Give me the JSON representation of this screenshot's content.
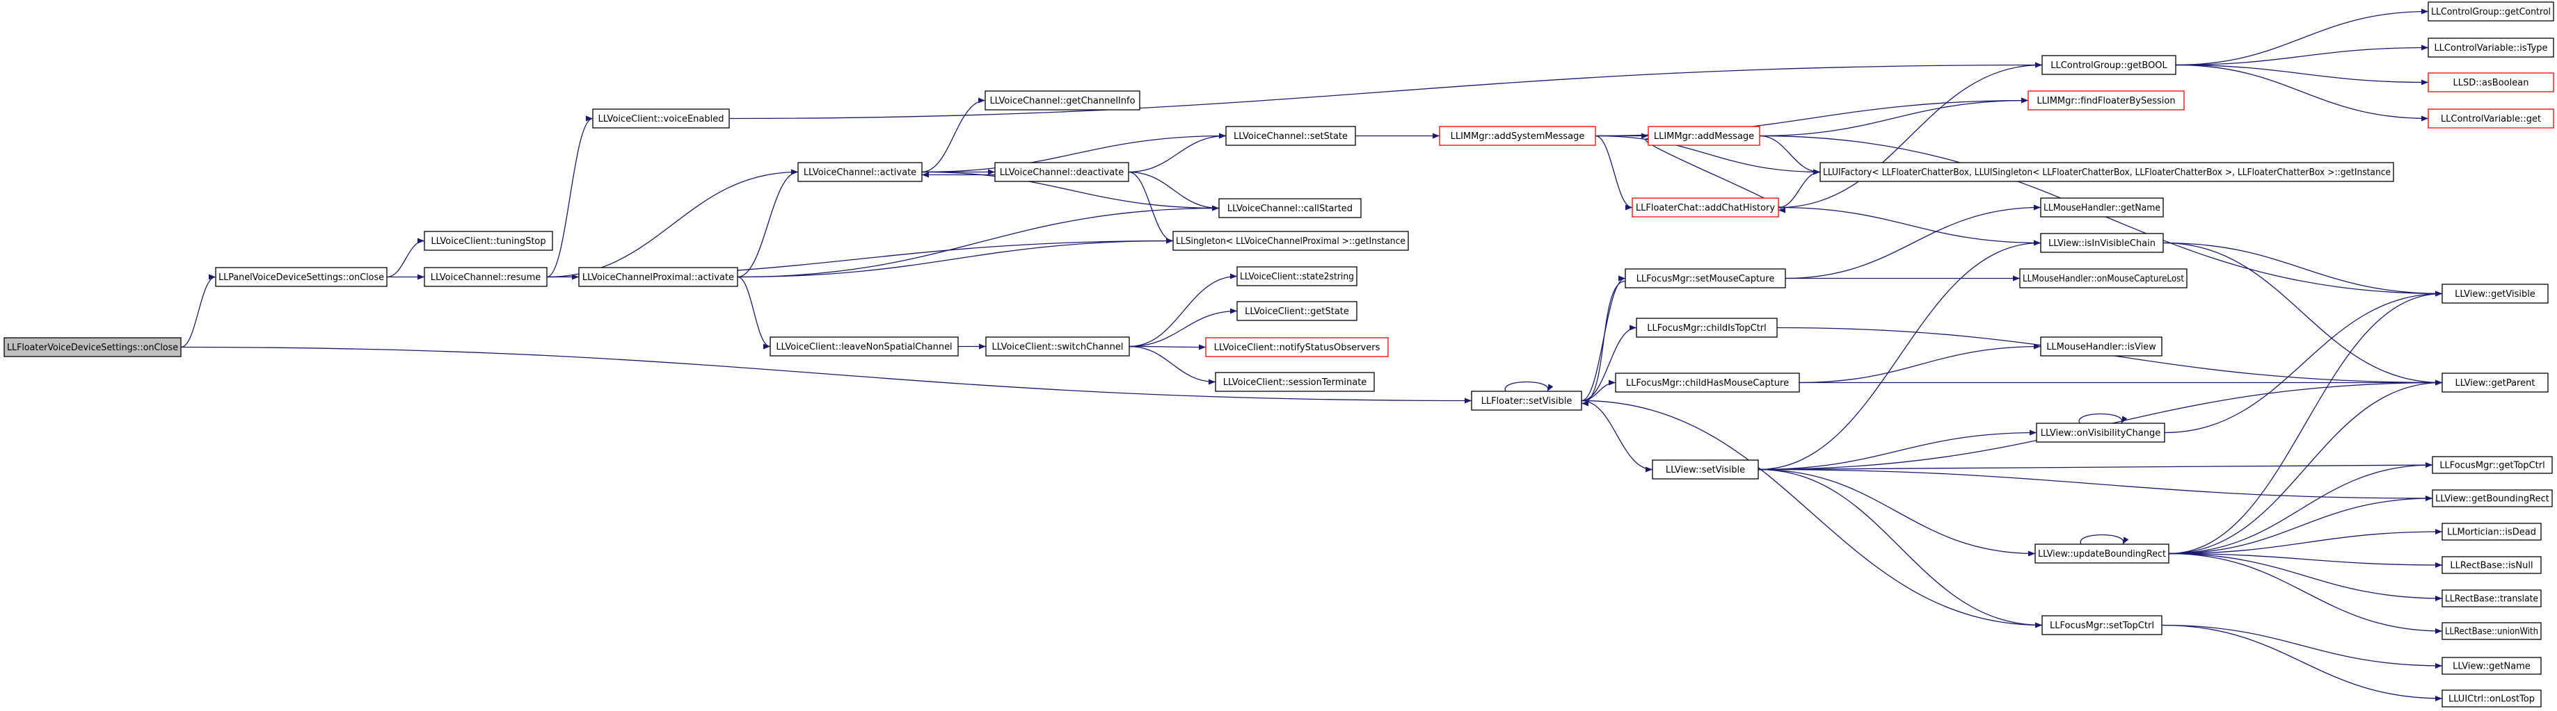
{
  "graph": {
    "nodes": [
      {
        "id": "n0",
        "label": "LLFloaterVoiceDeviceSettings::onClose",
        "style": "root"
      },
      {
        "id": "n1",
        "label": "LLPanelVoiceDeviceSettings::onClose"
      },
      {
        "id": "n2",
        "label": "LLVoiceClient::tuningStop"
      },
      {
        "id": "n3",
        "label": "LLVoiceChannel::resume"
      },
      {
        "id": "n4",
        "label": "LLVoiceClient::voiceEnabled"
      },
      {
        "id": "n5",
        "label": "LLVoiceChannel::activate"
      },
      {
        "id": "n6",
        "label": "LLVoiceChannelProximal::activate"
      },
      {
        "id": "n7",
        "label": "LLVoiceChannel::getChannelInfo"
      },
      {
        "id": "n8",
        "label": "LLVoiceChannel::deactivate"
      },
      {
        "id": "n9",
        "label": "LLVoiceChannel::setState"
      },
      {
        "id": "n10",
        "label": "LLVoiceChannel::callStarted"
      },
      {
        "id": "n11",
        "label": "LLSingleton< LLVoiceChannelProximal >::getInstance"
      },
      {
        "id": "n12",
        "label": "LLVoiceClient::leaveNonSpatialChannel"
      },
      {
        "id": "n13",
        "label": "LLVoiceClient::switchChannel"
      },
      {
        "id": "n14",
        "label": "LLVoiceClient::state2string"
      },
      {
        "id": "n15",
        "label": "LLVoiceClient::getState"
      },
      {
        "id": "n16",
        "label": "LLVoiceClient::notifyStatusObservers",
        "style": "ext"
      },
      {
        "id": "n17",
        "label": "LLVoiceClient::sessionTerminate"
      },
      {
        "id": "n18",
        "label": "LLIMMgr::addSystemMessage",
        "style": "ext"
      },
      {
        "id": "n19",
        "label": "LLIMMgr::addMessage",
        "style": "ext"
      },
      {
        "id": "n20",
        "label": "LLFloaterChat::addChatHistory",
        "style": "ext"
      },
      {
        "id": "n21",
        "label": "LLIMMgr::findFloaterBySession",
        "style": "ext"
      },
      {
        "id": "n22",
        "label": "LLUIFactory< LLFloaterChatterBox, LLUISingleton< LLFloaterChatterBox, LLFloaterChatterBox >, LLFloaterChatterBox >::getInstance"
      },
      {
        "id": "n23",
        "label": "LLControlGroup::getBOOL"
      },
      {
        "id": "n24",
        "label": "LLControlGroup::getControl"
      },
      {
        "id": "n25",
        "label": "LLControlVariable::isType"
      },
      {
        "id": "n26",
        "label": "LLSD::asBoolean",
        "style": "ext"
      },
      {
        "id": "n27",
        "label": "LLControlVariable::get",
        "style": "ext"
      },
      {
        "id": "n28",
        "label": "LLFloater::setVisible"
      },
      {
        "id": "n29",
        "label": "LLFocusMgr::setMouseCapture"
      },
      {
        "id": "n30",
        "label": "LLFocusMgr::childIsTopCtrl"
      },
      {
        "id": "n31",
        "label": "LLFocusMgr::childHasMouseCapture"
      },
      {
        "id": "n32",
        "label": "LLView::setVisible"
      },
      {
        "id": "n33",
        "label": "LLMouseHandler::getName"
      },
      {
        "id": "n34",
        "label": "LLView::isInVisibleChain"
      },
      {
        "id": "n35",
        "label": "LLMouseHandler::onMouseCaptureLost"
      },
      {
        "id": "n36",
        "label": "LLMouseHandler::isView"
      },
      {
        "id": "n37",
        "label": "LLView::onVisibilityChange"
      },
      {
        "id": "n38",
        "label": "LLView::updateBoundingRect"
      },
      {
        "id": "n39",
        "label": "LLFocusMgr::setTopCtrl"
      },
      {
        "id": "n40",
        "label": "LLView::getVisible"
      },
      {
        "id": "n41",
        "label": "LLView::getParent"
      },
      {
        "id": "n42",
        "label": "LLFocusMgr::getTopCtrl"
      },
      {
        "id": "n43",
        "label": "LLView::getBoundingRect"
      },
      {
        "id": "n44",
        "label": "LLMortician::isDead"
      },
      {
        "id": "n45",
        "label": "LLRectBase::isNull"
      },
      {
        "id": "n46",
        "label": "LLRectBase::translate"
      },
      {
        "id": "n47",
        "label": "LLRectBase::unionWith"
      },
      {
        "id": "n48",
        "label": "LLView::getName"
      },
      {
        "id": "n49",
        "label": "LLUICtrl::onLostTop"
      }
    ],
    "edges": [
      [
        "n0",
        "n1"
      ],
      [
        "n0",
        "n28"
      ],
      [
        "n1",
        "n2"
      ],
      [
        "n1",
        "n3"
      ],
      [
        "n3",
        "n4"
      ],
      [
        "n3",
        "n5"
      ],
      [
        "n3",
        "n6"
      ],
      [
        "n3",
        "n11"
      ],
      [
        "n4",
        "n23"
      ],
      [
        "n5",
        "n7"
      ],
      [
        "n5",
        "n8"
      ],
      [
        "n5",
        "n9"
      ],
      [
        "n5",
        "n10"
      ],
      [
        "n8",
        "n5"
      ],
      [
        "n8",
        "n9"
      ],
      [
        "n8",
        "n10"
      ],
      [
        "n8",
        "n11"
      ],
      [
        "n6",
        "n5"
      ],
      [
        "n6",
        "n10"
      ],
      [
        "n6",
        "n11"
      ],
      [
        "n6",
        "n12"
      ],
      [
        "n12",
        "n13"
      ],
      [
        "n13",
        "n14"
      ],
      [
        "n13",
        "n15"
      ],
      [
        "n13",
        "n16"
      ],
      [
        "n13",
        "n17"
      ],
      [
        "n9",
        "n18"
      ],
      [
        "n18",
        "n19"
      ],
      [
        "n18",
        "n20"
      ],
      [
        "n18",
        "n21"
      ],
      [
        "n18",
        "n22"
      ],
      [
        "n19",
        "n20"
      ],
      [
        "n19",
        "n21"
      ],
      [
        "n19",
        "n22"
      ],
      [
        "n19",
        "n40"
      ],
      [
        "n20",
        "n22"
      ],
      [
        "n20",
        "n23"
      ],
      [
        "n20",
        "n34"
      ],
      [
        "n23",
        "n24"
      ],
      [
        "n23",
        "n25"
      ],
      [
        "n23",
        "n26"
      ],
      [
        "n23",
        "n27"
      ],
      [
        "n28",
        "n28"
      ],
      [
        "n28",
        "n29"
      ],
      [
        "n28",
        "n30"
      ],
      [
        "n28",
        "n31"
      ],
      [
        "n28",
        "n32"
      ],
      [
        "n28",
        "n39"
      ],
      [
        "n29",
        "n33"
      ],
      [
        "n29",
        "n35"
      ],
      [
        "n29",
        "n28"
      ],
      [
        "n30",
        "n41"
      ],
      [
        "n31",
        "n36"
      ],
      [
        "n31",
        "n41"
      ],
      [
        "n32",
        "n34"
      ],
      [
        "n32",
        "n37"
      ],
      [
        "n32",
        "n38"
      ],
      [
        "n32",
        "n39"
      ],
      [
        "n32",
        "n41"
      ],
      [
        "n32",
        "n42"
      ],
      [
        "n32",
        "n43"
      ],
      [
        "n34",
        "n40"
      ],
      [
        "n34",
        "n41"
      ],
      [
        "n37",
        "n37"
      ],
      [
        "n37",
        "n40"
      ],
      [
        "n38",
        "n38"
      ],
      [
        "n38",
        "n40"
      ],
      [
        "n38",
        "n41"
      ],
      [
        "n38",
        "n42"
      ],
      [
        "n38",
        "n43"
      ],
      [
        "n38",
        "n44"
      ],
      [
        "n38",
        "n45"
      ],
      [
        "n38",
        "n46"
      ],
      [
        "n38",
        "n47"
      ],
      [
        "n39",
        "n48"
      ],
      [
        "n39",
        "n49"
      ]
    ]
  }
}
